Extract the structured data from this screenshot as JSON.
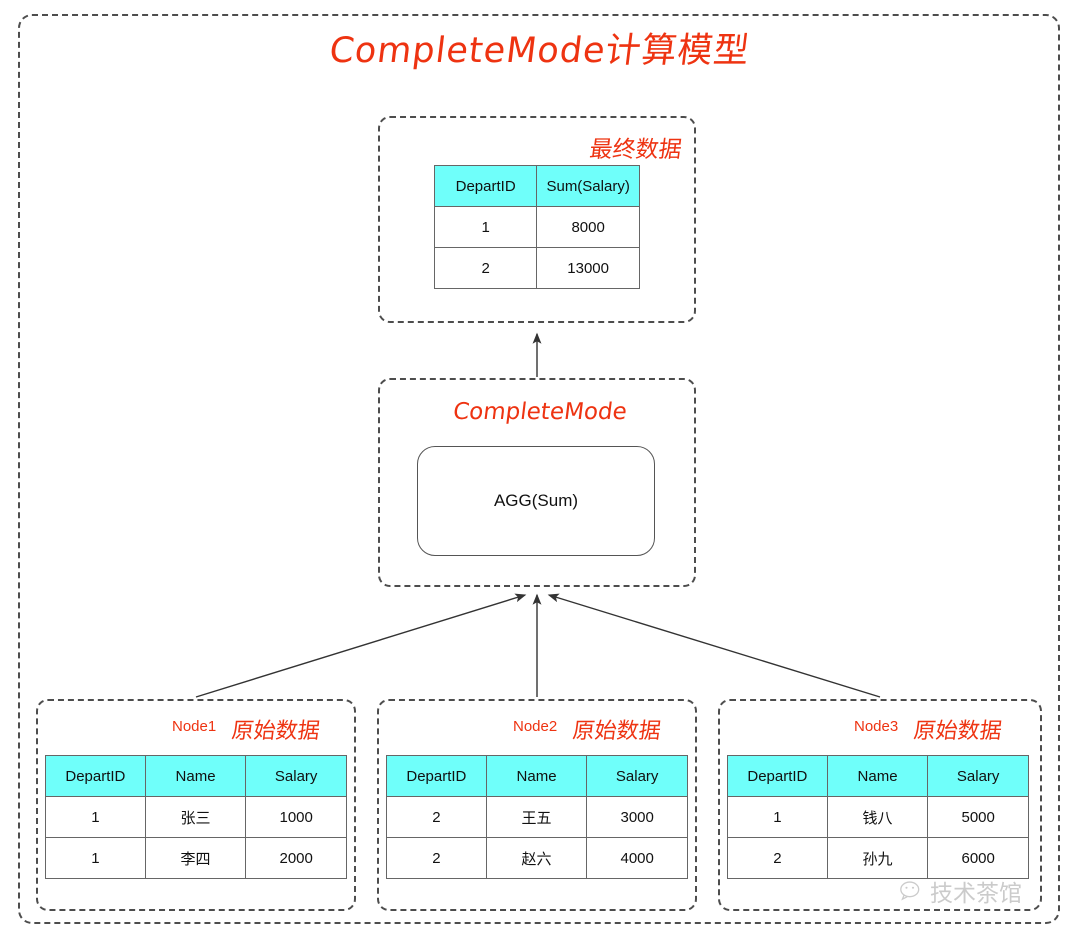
{
  "title": "CompleteMode计算模型",
  "colors": {
    "accent_red": "#ee3311",
    "table_header_cyan": "#6ffffa",
    "border_gray": "#4d4d4d",
    "table_border": "#666666"
  },
  "final_result": {
    "label": "最终数据",
    "table": {
      "headers": [
        "DepartID",
        "Sum(Salary)"
      ],
      "rows": [
        [
          "1",
          "8000"
        ],
        [
          "2",
          "13000"
        ]
      ]
    }
  },
  "compute_stage": {
    "label": "CompleteMode",
    "operator": "AGG(Sum)"
  },
  "nodes": [
    {
      "name": "Node1",
      "label": "原始数据",
      "table": {
        "headers": [
          "DepartID",
          "Name",
          "Salary"
        ],
        "rows": [
          [
            "1",
            "张三",
            "1000"
          ],
          [
            "1",
            "李四",
            "2000"
          ]
        ]
      }
    },
    {
      "name": "Node2",
      "label": "原始数据",
      "table": {
        "headers": [
          "DepartID",
          "Name",
          "Salary"
        ],
        "rows": [
          [
            "2",
            "王五",
            "3000"
          ],
          [
            "2",
            "赵六",
            "4000"
          ]
        ]
      }
    },
    {
      "name": "Node3",
      "label": "原始数据",
      "table": {
        "headers": [
          "DepartID",
          "Name",
          "Salary"
        ],
        "rows": [
          [
            "1",
            "钱八",
            "5000"
          ],
          [
            "2",
            "孙九",
            "6000"
          ]
        ]
      }
    }
  ],
  "watermark": {
    "text": "技术茶馆",
    "icon": "wechat-icon"
  },
  "chart_data": {
    "type": "diagram",
    "title": "CompleteMode计算模型",
    "flow": "three source nodes -> CompleteMode AGG(Sum) -> final aggregated result",
    "aggregation": "SUM(Salary) GROUP BY DepartID",
    "source_rows": [
      {
        "node": "Node1",
        "DepartID": 1,
        "Name": "张三",
        "Salary": 1000
      },
      {
        "node": "Node1",
        "DepartID": 1,
        "Name": "李四",
        "Salary": 2000
      },
      {
        "node": "Node2",
        "DepartID": 2,
        "Name": "王五",
        "Salary": 3000
      },
      {
        "node": "Node2",
        "DepartID": 2,
        "Name": "赵六",
        "Salary": 4000
      },
      {
        "node": "Node3",
        "DepartID": 1,
        "Name": "钱八",
        "Salary": 5000
      },
      {
        "node": "Node3",
        "DepartID": 2,
        "Name": "孙九",
        "Salary": 6000
      }
    ],
    "result_rows": [
      {
        "DepartID": 1,
        "Sum(Salary)": 8000
      },
      {
        "DepartID": 2,
        "Sum(Salary)": 13000
      }
    ]
  }
}
